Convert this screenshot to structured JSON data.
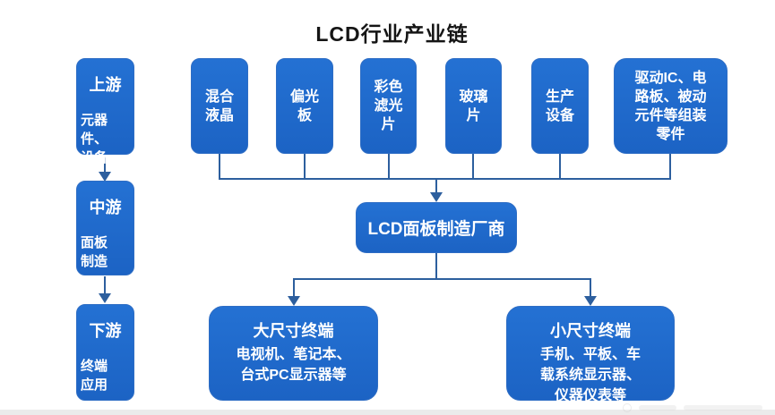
{
  "title": "LCD行业产业链",
  "colors": {
    "box_fill": "#1f68c8",
    "box_fill_light": "#2471d3",
    "box_border": "#2e6dc4",
    "connector": "#2d5f9e",
    "box_text": "#ffffff",
    "title_text": "#151515",
    "footer_bar": "#ebebeb"
  },
  "stages": [
    {
      "label": "上游",
      "desc": "元器件、\n设备"
    },
    {
      "label": "中游",
      "desc": "面板\n制造"
    },
    {
      "label": "下游",
      "desc": "终端\n应用"
    }
  ],
  "upstream": [
    {
      "label": "混合\n液晶"
    },
    {
      "label": "偏光\n板"
    },
    {
      "label": "彩色\n滤光\n片"
    },
    {
      "label": "玻璃\n片"
    },
    {
      "label": "生产\n设备"
    },
    {
      "label": "驱动IC、电\n路板、被动\n元件等组装\n零件"
    }
  ],
  "manufacturer": {
    "label": "LCD面板制造厂商"
  },
  "terminals": [
    {
      "header": "大尺寸终端",
      "body": "电视机、笔记本、\n台式PC显示器等"
    },
    {
      "header": "小尺寸终端",
      "body": "手机、平板、车\n载系统显示器、\n仪器仪表等"
    }
  ]
}
